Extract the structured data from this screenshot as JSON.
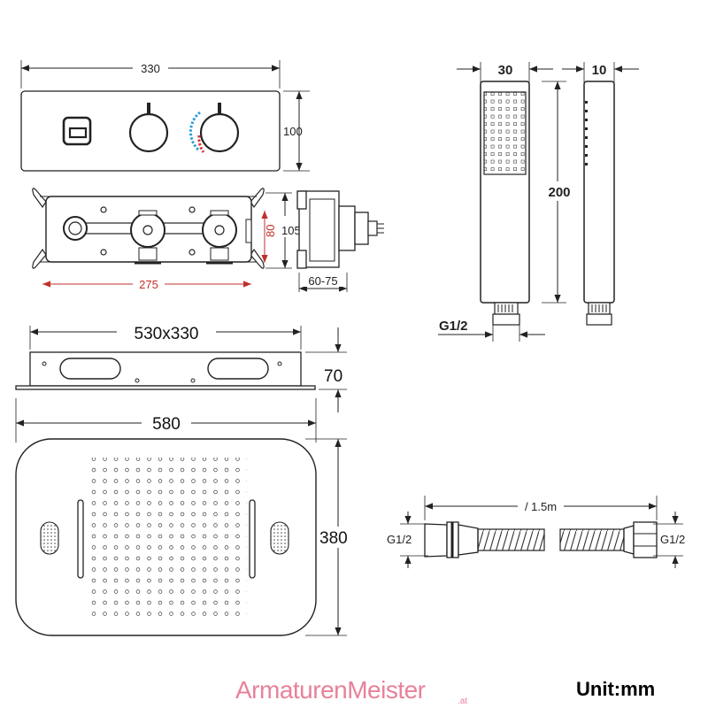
{
  "diagram": {
    "control_panel": {
      "width_label": "330",
      "height_label": "100"
    },
    "valve_body": {
      "height_label": "105",
      "inner_height_label": "80",
      "width_label": "275",
      "depth_label": "60-75"
    },
    "hand_shower": {
      "width_label": "30",
      "depth_label": "10",
      "length_label": "200",
      "thread_label": "G1/2"
    },
    "rain_frame": {
      "size_label": "530x330",
      "depth_label": "70"
    },
    "rain_head": {
      "width_label": "580",
      "height_label": "380"
    },
    "hose": {
      "length_label": "/ 1.5m",
      "thread_left_label": "G1/2",
      "thread_right_label": "G1/2"
    }
  },
  "footer": {
    "brand_name": "ArmaturenMeister",
    "brand_suffix": ".at",
    "unit_label": "Unit:mm"
  },
  "colors": {
    "line": "#222222",
    "red_dimension": "#c0302c",
    "thermo_blue": "#2a9fd6",
    "thermo_red": "#e0303a",
    "brand": "#e8819a"
  }
}
